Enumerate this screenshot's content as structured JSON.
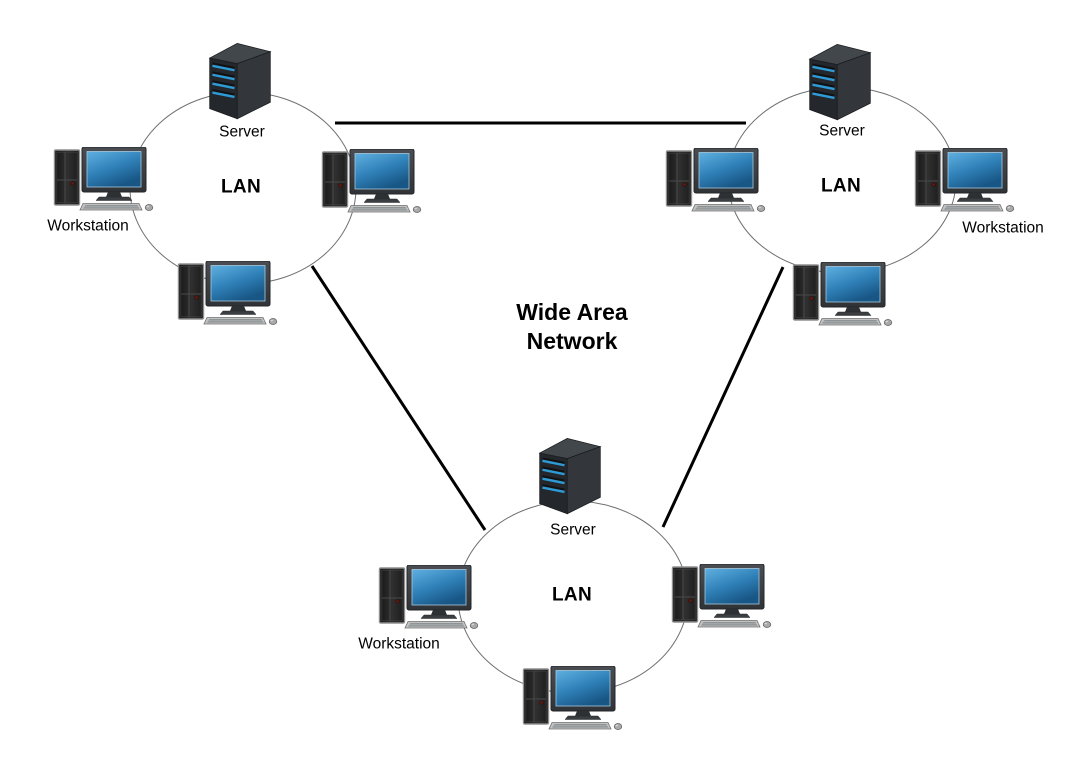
{
  "title": {
    "line1": "Wide Area",
    "line2": "Network"
  },
  "colors": {
    "screen_top": "#5FB0E0",
    "screen_bottom": "#185685",
    "stripe_blue": "#2E9BD6",
    "link_color": "#000000",
    "ellipse_stroke": "#6F6F6F",
    "text_color": "#000000"
  },
  "lans": [
    {
      "name": "top-left",
      "label": "LAN",
      "server": {
        "label": "Server"
      },
      "workstations": [
        {
          "position": "left",
          "label": "Workstation"
        },
        {
          "position": "right"
        },
        {
          "position": "bottom"
        }
      ]
    },
    {
      "name": "top-right",
      "label": "LAN",
      "server": {
        "label": "Server"
      },
      "workstations": [
        {
          "position": "left"
        },
        {
          "position": "right",
          "label": "Workstation"
        },
        {
          "position": "bottom"
        }
      ]
    },
    {
      "name": "bottom",
      "label": "LAN",
      "server": {
        "label": "Server"
      },
      "workstations": [
        {
          "position": "left",
          "label": "Workstation"
        },
        {
          "position": "right"
        },
        {
          "position": "bottom"
        }
      ]
    }
  ],
  "links": [
    {
      "from": "lan-top-left",
      "to": "lan-top-right"
    },
    {
      "from": "lan-top-left",
      "to": "lan-bottom"
    },
    {
      "from": "lan-top-right",
      "to": "lan-bottom"
    }
  ]
}
